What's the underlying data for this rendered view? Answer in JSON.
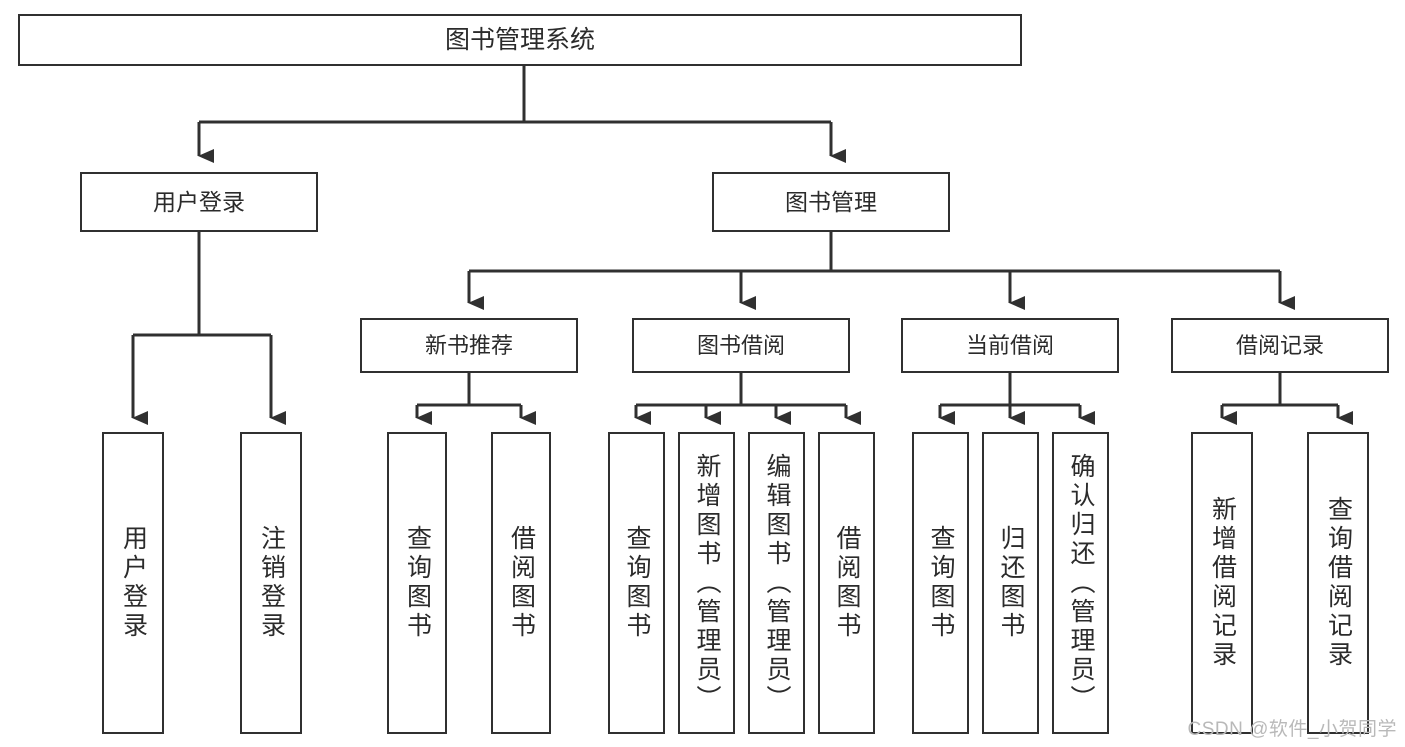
{
  "diagram": {
    "type": "tree-hierarchy",
    "title": "图书管理系统",
    "watermark": "CSDN @软件_小贺同学",
    "colors": {
      "stroke": "#303030",
      "fill": "#ffffff",
      "text": "#2b2b2b",
      "watermark": "#b9b9b9"
    },
    "root": {
      "label": "图书管理系统"
    },
    "level1": [
      {
        "label": "用户登录"
      },
      {
        "label": "图书管理"
      }
    ],
    "level2": [
      {
        "label": "新书推荐"
      },
      {
        "label": "图书借阅"
      },
      {
        "label": "当前借阅"
      },
      {
        "label": "借阅记录"
      }
    ],
    "leaves": {
      "user_login": [
        {
          "label": "用户登录"
        },
        {
          "label": "注销登录"
        }
      ],
      "new_book_recommend": [
        {
          "label": "查询图书"
        },
        {
          "label": "借阅图书"
        }
      ],
      "book_borrow": [
        {
          "label": "查询图书"
        },
        {
          "label": "新增图书（管理员）"
        },
        {
          "label": "编辑图书（管理员）"
        },
        {
          "label": "借阅图书"
        }
      ],
      "current_borrow": [
        {
          "label": "查询图书"
        },
        {
          "label": "归还图书"
        },
        {
          "label": "确认归还（管理员）"
        }
      ],
      "borrow_record": [
        {
          "label": "新增借阅记录"
        },
        {
          "label": "查询借阅记录"
        }
      ]
    }
  }
}
